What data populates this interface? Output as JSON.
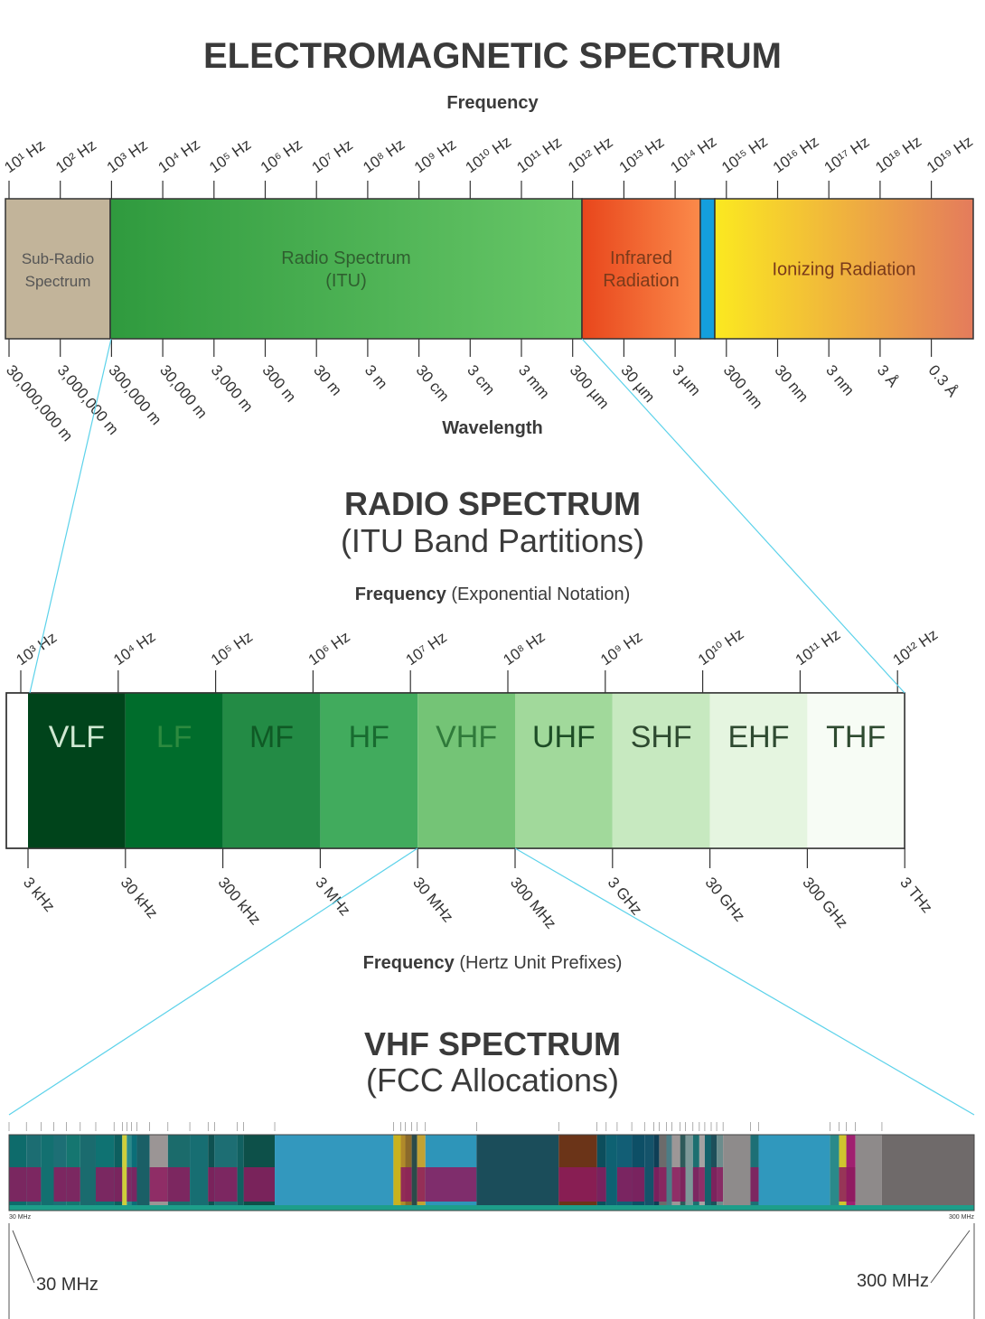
{
  "colors": {
    "sub_radio": "#c2b49a",
    "radio_start": "#2f9a3e",
    "radio_end": "#68c768",
    "infrared_start": "#e8461c",
    "infrared_end": "#fb8a4a",
    "visible": "#149fdd",
    "ionizing_start": "#fbe920",
    "ionizing_end": "#e47b5c",
    "connector": "#5cd2ea",
    "outline": "#333333"
  },
  "em": {
    "title": "ELECTROMAGNETIC SPECTRUM",
    "freq_axis_title": "Frequency",
    "wave_axis_title": "Wavelength",
    "freq_ticks": [
      "10¹ Hz",
      "10² Hz",
      "10³ Hz",
      "10⁴ Hz",
      "10⁵ Hz",
      "10⁶ Hz",
      "10⁷ Hz",
      "10⁸ Hz",
      "10⁹ Hz",
      "10¹⁰ Hz",
      "10¹¹ Hz",
      "10¹² Hz",
      "10¹³ Hz",
      "10¹⁴ Hz",
      "10¹⁵ Hz",
      "10¹⁶ Hz",
      "10¹⁷ Hz",
      "10¹⁸ Hz",
      "10¹⁹ Hz"
    ],
    "wave_ticks": [
      "30,000,000 m",
      "3,000,000 m",
      "300,000 m",
      "30,000 m",
      "3,000 m",
      "300 m",
      "30 m",
      "3 m",
      "30 cm",
      "3 cm",
      "3 mm",
      "300 µm",
      "30 µm",
      "3 µm",
      "300 nm",
      "30 nm",
      "3 nm",
      "3 Å",
      "0.3 Å"
    ],
    "regions": [
      {
        "label_lines": [
          "Sub-Radio",
          "Spectrum"
        ]
      },
      {
        "label_lines": [
          "Radio Spectrum",
          "(ITU)"
        ]
      },
      {
        "label_lines": [
          "Infrared",
          "Radiation"
        ]
      },
      {
        "label_lines": []
      },
      {
        "label_lines": [
          "Ionizing Radiation"
        ]
      }
    ]
  },
  "radio": {
    "title": "RADIO SPECTRUM",
    "subtitle": "(ITU Band Partitions)",
    "freq_axis_title_bold": "Frequency",
    "freq_axis_title_rest": " (Exponential Notation)",
    "prefix_axis_title_bold": "Frequency",
    "prefix_axis_title_rest": " (Hertz Unit Prefixes)",
    "exp_ticks": [
      "10³ Hz",
      "10⁴ Hz",
      "10⁵ Hz",
      "10⁶ Hz",
      "10⁷ Hz",
      "10⁸ Hz",
      "10⁹ Hz",
      "10¹⁰ Hz",
      "10¹¹ Hz",
      "10¹² Hz"
    ],
    "prefix_ticks": [
      "3 kHz",
      "30 kHz",
      "300 kHz",
      "3 MHz",
      "30 MHz",
      "300 MHz",
      "3 GHz",
      "30 GHz",
      "300 GHz",
      "3 THz"
    ],
    "bands": [
      {
        "name": "VLF",
        "color": "#00441b",
        "text_color": "#cfe8d2"
      },
      {
        "name": "LF",
        "color": "#006d2c",
        "text_color": "#2d8a3f"
      },
      {
        "name": "MF",
        "color": "#238b45",
        "text_color": "#0f5a25"
      },
      {
        "name": "HF",
        "color": "#41ab5d",
        "text_color": "#186b30"
      },
      {
        "name": "VHF",
        "color": "#74c476",
        "text_color": "#2f7a3a"
      },
      {
        "name": "UHF",
        "color": "#a1d99b",
        "text_color": "#1d4d26"
      },
      {
        "name": "SHF",
        "color": "#c7e9c0",
        "text_color": "#2e4a30"
      },
      {
        "name": "EHF",
        "color": "#e5f5e0",
        "text_color": "#2e4a30"
      },
      {
        "name": "THF",
        "color": "#f7fcf5",
        "text_color": "#2e4a30"
      }
    ]
  },
  "vhf": {
    "title": "VHF SPECTRUM",
    "subtitle": "(FCC Allocations)",
    "start_label": "30 MHz",
    "end_label": "300 MHz",
    "small_start": "30 MHz",
    "small_end": "300 MHz",
    "segments": [
      {
        "w": 19,
        "color": "#0e6b6b"
      },
      {
        "w": 16,
        "color": "#1c6d72"
      },
      {
        "w": 14,
        "color": "#137070"
      },
      {
        "w": 14,
        "color": "#1d6f75"
      },
      {
        "w": 15,
        "color": "#157670"
      },
      {
        "w": 17,
        "color": "#1a6b6e"
      },
      {
        "w": 20,
        "color": "#0f7272"
      },
      {
        "w": 9,
        "color": "#0d5f5f"
      },
      {
        "w": 5,
        "color": "#cfcf3a"
      },
      {
        "w": 5,
        "color": "#2a8a8a"
      },
      {
        "w": 6,
        "color": "#0b6e78"
      },
      {
        "w": 14,
        "color": "#1a5f66"
      },
      {
        "w": 20,
        "color": "#9b9595"
      },
      {
        "w": 24,
        "color": "#1b6b6b"
      },
      {
        "w": 20,
        "color": "#176e72"
      },
      {
        "w": 7,
        "color": "#0e5151"
      },
      {
        "w": 25,
        "color": "#1d6e73"
      },
      {
        "w": 7,
        "color": "#116060"
      },
      {
        "w": 34,
        "color": "#0d5049"
      },
      {
        "w": 130,
        "color": "#3398be"
      },
      {
        "w": 8,
        "color": "#c9b21e"
      },
      {
        "w": 5,
        "color": "#b08a2a"
      },
      {
        "w": 7,
        "color": "#8b6a2a"
      },
      {
        "w": 6,
        "color": "#2a4b4a"
      },
      {
        "w": 9,
        "color": "#c2a233"
      },
      {
        "w": 56,
        "color": "#2e95b9"
      },
      {
        "w": 90,
        "color": "#1b4d5a"
      },
      {
        "w": 42,
        "color": "#6b3418"
      },
      {
        "w": 10,
        "color": "#0c4e5c"
      },
      {
        "w": 12,
        "color": "#0e6172"
      },
      {
        "w": 16,
        "color": "#125e75"
      },
      {
        "w": 14,
        "color": "#0d4f66"
      },
      {
        "w": 10,
        "color": "#14536a"
      },
      {
        "w": 6,
        "color": "#0e3f56"
      },
      {
        "w": 8,
        "color": "#6c6b6b"
      },
      {
        "w": 6,
        "color": "#4b7d86"
      },
      {
        "w": 9,
        "color": "#9d9797"
      },
      {
        "w": 6,
        "color": "#2e5a5a"
      },
      {
        "w": 8,
        "color": "#7d9898"
      },
      {
        "w": 7,
        "color": "#1d6f70"
      },
      {
        "w": 6,
        "color": "#a6a2a2"
      },
      {
        "w": 7,
        "color": "#15626b"
      },
      {
        "w": 6,
        "color": "#1d4f5a"
      },
      {
        "w": 7,
        "color": "#6b8c8c"
      },
      {
        "w": 30,
        "color": "#8e8b8b"
      },
      {
        "w": 9,
        "color": "#1d6f75"
      },
      {
        "w": 78,
        "color": "#3098bd"
      },
      {
        "w": 10,
        "color": "#2a8a8a"
      },
      {
        "w": 8,
        "color": "#cfc52e"
      },
      {
        "w": 10,
        "color": "#a02070"
      },
      {
        "w": 29,
        "color": "#8e8a8a"
      },
      {
        "w": 101,
        "color": "#6f6a6a"
      }
    ]
  }
}
